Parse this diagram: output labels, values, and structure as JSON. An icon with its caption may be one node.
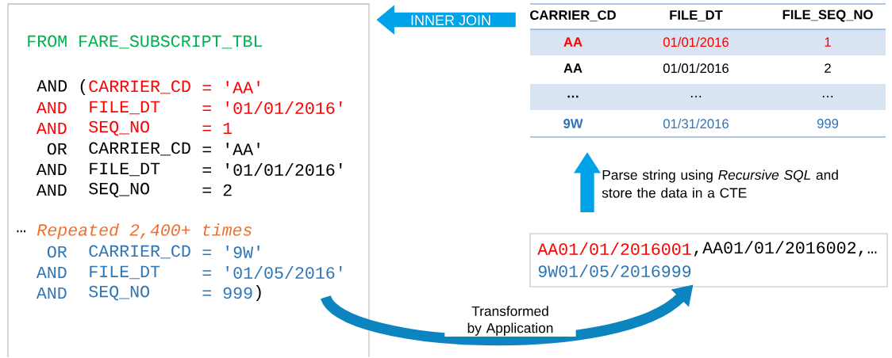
{
  "diagram": {
    "nodes": [
      {
        "text": [
          "FROM FARE_SUBSCRIPT_TBL",
          "AND (",
          "CARRIER_CD",
          "= 'AA'",
          "AND",
          "FILE_DT",
          "= '01/01/2016'",
          "AND",
          "SEQ_NO",
          "= 1",
          "OR",
          "CARRIER_CD",
          "= 'AA'",
          "AND",
          "FILE_DT",
          "= '01/01/2016'",
          "AND",
          "SEQ_NO",
          "= 2",
          "…",
          "Repeated 2,400+ times",
          "OR",
          "CARRIER_CD",
          "= '9W'",
          "AND",
          "FILE_DT",
          "= '01/05/2016'",
          "AND",
          "SEQ_NO",
          "= 999",
          ")"
        ]
      },
      {
        "text": [
          "CARRIER_CD",
          "FILE_DT",
          "FILE_SEQ_NO",
          "AA",
          "01/01/2016",
          "1",
          "AA",
          "01/01/2016",
          "2",
          "…",
          "…",
          "…",
          "9W",
          "01/31/2016",
          "999"
        ]
      },
      {
        "text": [
          "AA01/01/2016001",
          ",AA01/01/2016002,…",
          "9W01/05/2016999"
        ]
      }
    ],
    "edges": [
      {
        "from": 1,
        "to": 0,
        "arrow": "to",
        "label": "INNER JOIN"
      },
      {
        "from": 2,
        "to": 1,
        "arrow": "to",
        "label": "Parse string using *Recursive SQL* and store the data in a CTE"
      },
      {
        "from": 0,
        "to": 2,
        "arrow": "to",
        "label": "Transformed by Application"
      }
    ]
  }
}
